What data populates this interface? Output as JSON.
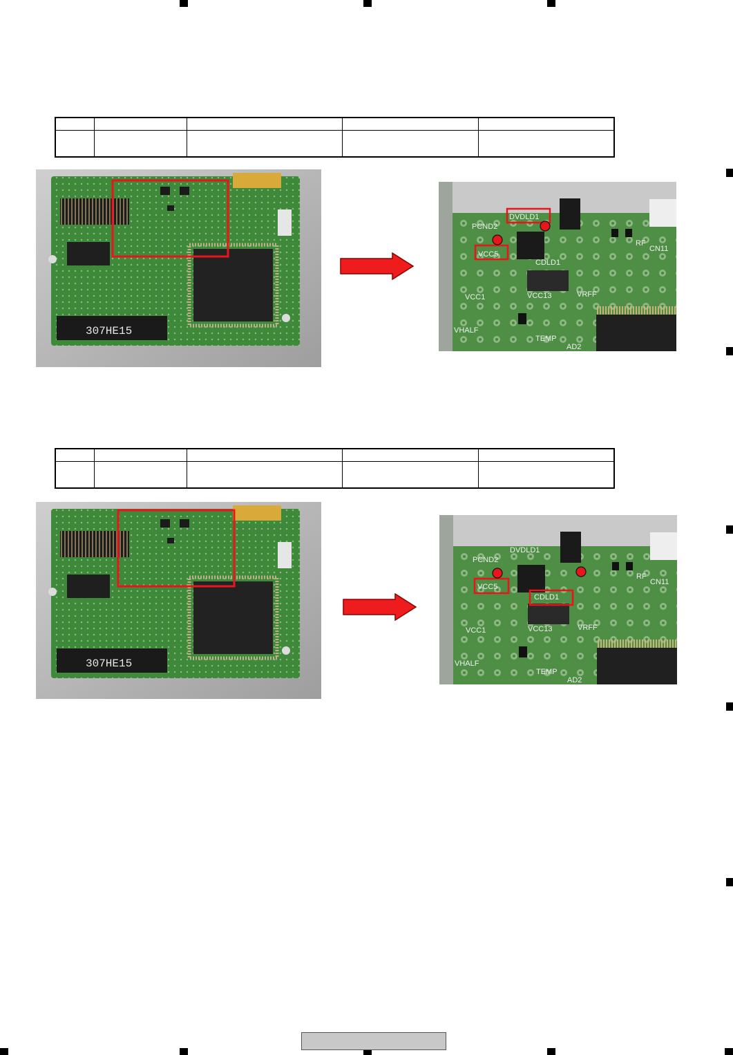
{
  "sections": [
    {
      "table": {
        "header": [
          "",
          "",
          "",
          "",
          ""
        ],
        "row": [
          "",
          "",
          "",
          "",
          ""
        ]
      },
      "zoom": {
        "box_labels": [
          "DVDLD1",
          "VCC5"
        ]
      }
    },
    {
      "table": {
        "header": [
          "",
          "",
          "",
          "",
          ""
        ],
        "row": [
          "",
          "",
          "",
          "",
          ""
        ]
      },
      "zoom": {
        "box_labels": [
          "VCC5",
          "CDLD1"
        ]
      }
    }
  ],
  "pcb_labels": {
    "board_marking": "307HE15",
    "pcnd2": "PCND2",
    "dvdld1": "DVDLD1",
    "cdld1": "CDLD1",
    "vcc5": "VCC5",
    "rf": "RF",
    "cn11": "CN11",
    "vcc1": "VCC1",
    "vcc13": "VCC13",
    "vrff": "VRFF",
    "vhalf": "VHALF",
    "temp": "TEMP",
    "ad2": "AD2"
  },
  "footer": {
    "text": ""
  },
  "colors": {
    "pcb": "#3f8a3a",
    "highlight": "#e8151b",
    "chip": "#222222",
    "frame": "#b7b7b7"
  }
}
